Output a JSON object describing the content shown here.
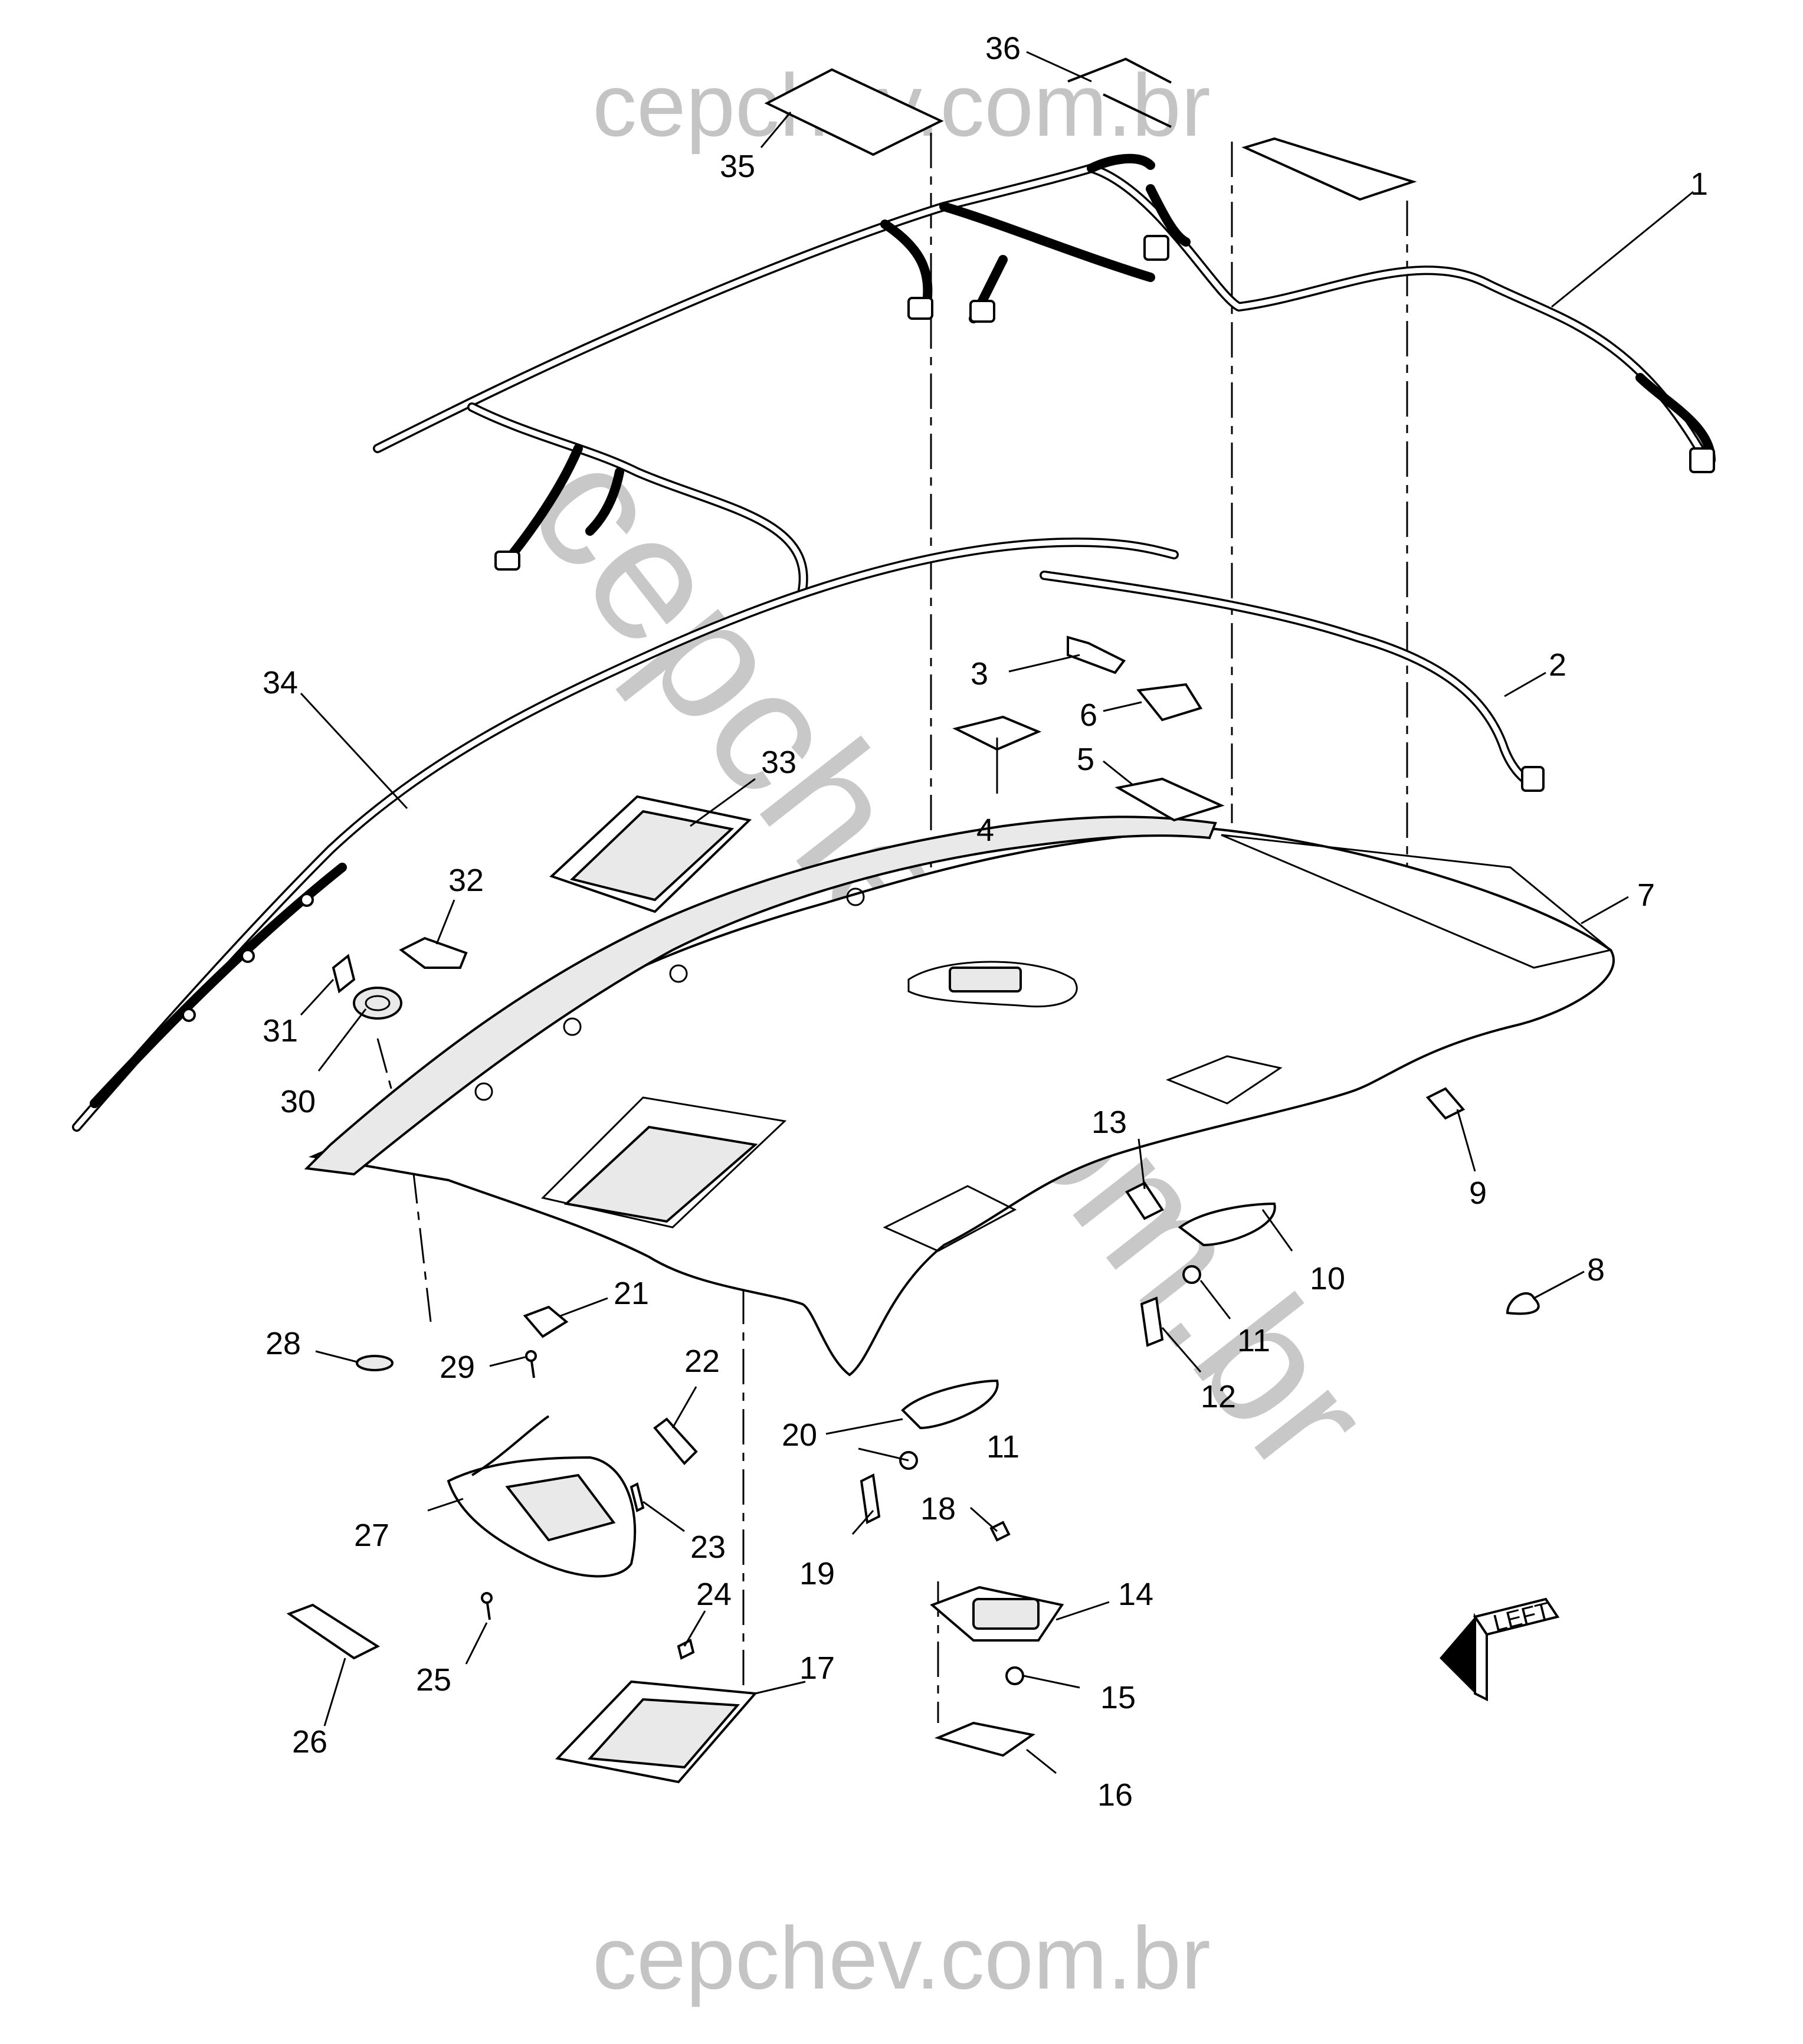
{
  "watermark": {
    "top": "cepchev.com.br",
    "bottom": "cepchev.com.br",
    "diagonal": "cepchev.com.br"
  },
  "callouts": [
    "1",
    "2",
    "3",
    "4",
    "5",
    "6",
    "7",
    "8",
    "9",
    "10",
    "11",
    "11",
    "12",
    "13",
    "14",
    "15",
    "16",
    "17",
    "18",
    "19",
    "20",
    "21",
    "22",
    "23",
    "24",
    "25",
    "26",
    "27",
    "28",
    "29",
    "30",
    "31",
    "32",
    "33",
    "34",
    "35",
    "36"
  ],
  "orientation_badge": "LEFT",
  "colors": {
    "line": "#000000",
    "watermark": "#c4c4c4",
    "background": "#ffffff"
  }
}
